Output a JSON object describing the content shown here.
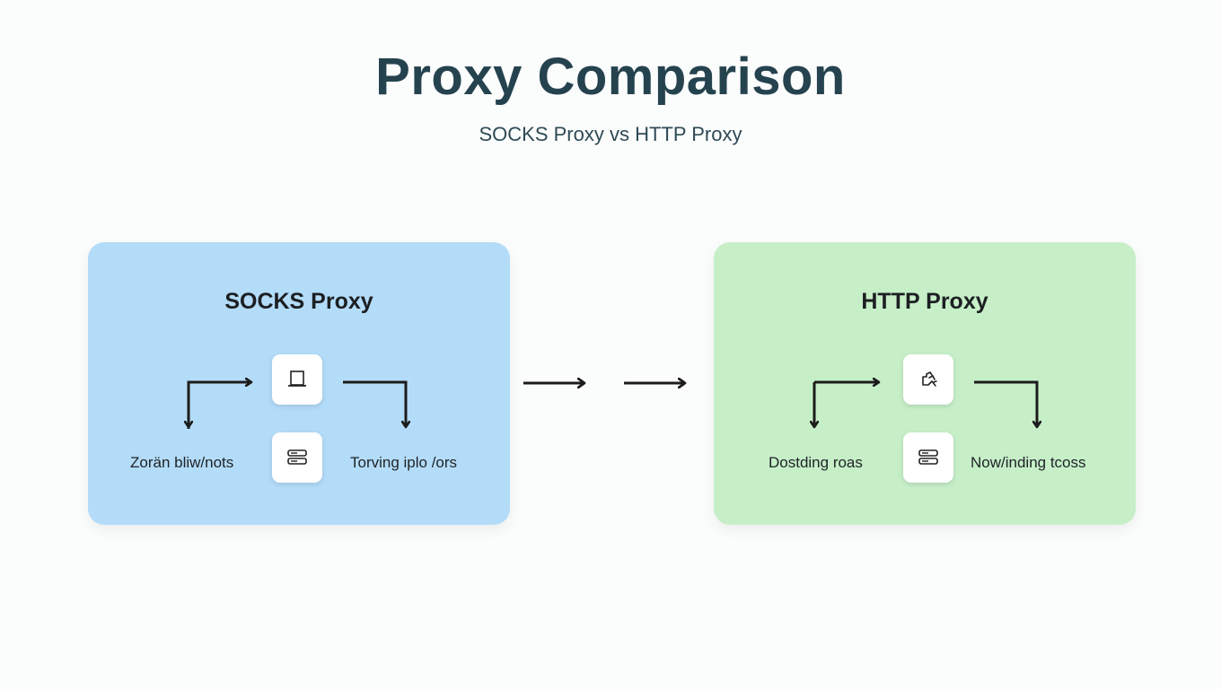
{
  "header": {
    "title": "Proxy Comparison",
    "subtitle": "SOCKS Proxy vs HTTP Proxy"
  },
  "cards": {
    "socks": {
      "title": "SOCKS Proxy",
      "left_label": "Zorän bliw/nots",
      "right_label": "Torving iplo /ors",
      "color": "#b3dcf9"
    },
    "http": {
      "title": "HTTP Proxy",
      "left_label": "Dostding roas",
      "right_label": "Now/inding tcoss",
      "color": "#c6efc8"
    }
  },
  "icons": {
    "socks_top": "laptop-icon",
    "socks_bottom": "server-icon",
    "http_top": "hand-pointer-icon",
    "http_bottom": "server-icon"
  }
}
